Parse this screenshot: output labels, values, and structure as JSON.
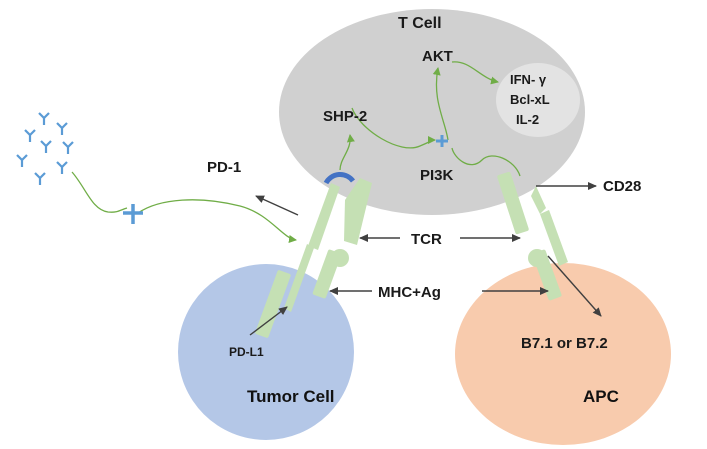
{
  "diagram": {
    "cells": {
      "t_cell": "T Cell",
      "tumor_cell": "Tumor Cell",
      "apc": "APC",
      "cytokine_bubble": [
        "IFN- γ",
        "Bcl-xL",
        "IL-2"
      ]
    },
    "labels": {
      "akt": "AKT",
      "shp2": "SHP-2",
      "pi3k": "PI3K",
      "pd1": "PD-1",
      "cd28": "CD28",
      "tcr": "TCR",
      "mhc_ag": "MHC+Ag",
      "pdl1": "PD-L1",
      "b7": "B7.1 or B7.2"
    },
    "colors": {
      "t_cell_fill": "#d0d0d0",
      "tumor_cell_fill": "#b4c7e7",
      "apc_fill": "#f8cbad",
      "bubble_fill": "#e3e3e3",
      "receptor_fill": "#c5e0b4",
      "signal_line": "#70ad47",
      "inhibitor_blue": "#5b9bd5",
      "arrow": "#404040"
    },
    "icons": [
      "antibody-icon",
      "inhibition-cross-icon",
      "pd1-receptor-icon",
      "tcr-receptor-icon",
      "cd28-receptor-icon",
      "pdl1-ligand-icon",
      "mhc-ligand-icon",
      "b7-ligand-icon"
    ]
  }
}
